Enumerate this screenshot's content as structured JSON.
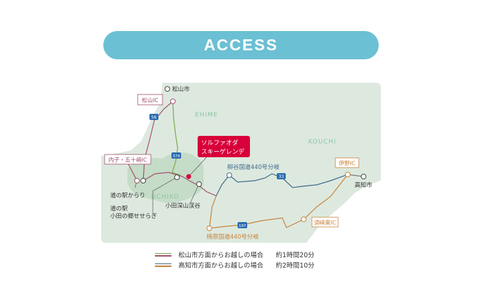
{
  "header": {
    "title": "ACCESS"
  },
  "map": {
    "regions": {
      "ehime": "EHIME",
      "kouchi": "KOUCHI",
      "uchiko": "UCHIKO"
    },
    "destination": {
      "line1": "ソルファオダ",
      "line2": "スキーゲレンデ"
    },
    "places": {
      "matsuyama_city": "松山市",
      "matsuyama_ic": "松山IC",
      "uchiko_ic": "内子・五十崎IC",
      "michinoeki_karari": "道の駅からり",
      "michinoeki_oda_1": "道の駅",
      "michinoeki_oda_2": "小田の郷せせらぎ",
      "oda_fukayama": "小田深山渓谷",
      "yanagidani": "柳谷国道440号分岐",
      "yusuhara": "梼原国道440号分岐",
      "ino_ic": "伊野IC",
      "kochi_city": "高知市",
      "susaki_ic": "須崎東IC"
    },
    "routes": {
      "r56": "56",
      "r379": "379",
      "r33": "33",
      "r197": "197"
    }
  },
  "legend": [
    {
      "label": "松山市方面からお越しの場合",
      "time": "約1時間20分",
      "colors": [
        "#7aa84a",
        "#a0506e"
      ]
    },
    {
      "label": "高知市方面からお越しの場合",
      "time": "約2時間10分",
      "colors": [
        "#3f6b8a",
        "#c8823a"
      ]
    }
  ],
  "colors": {
    "accent": "#6cc0d3",
    "destination": "#d8003a",
    "land": "#dde9df",
    "uchiko_area": "#c5dcc8"
  }
}
